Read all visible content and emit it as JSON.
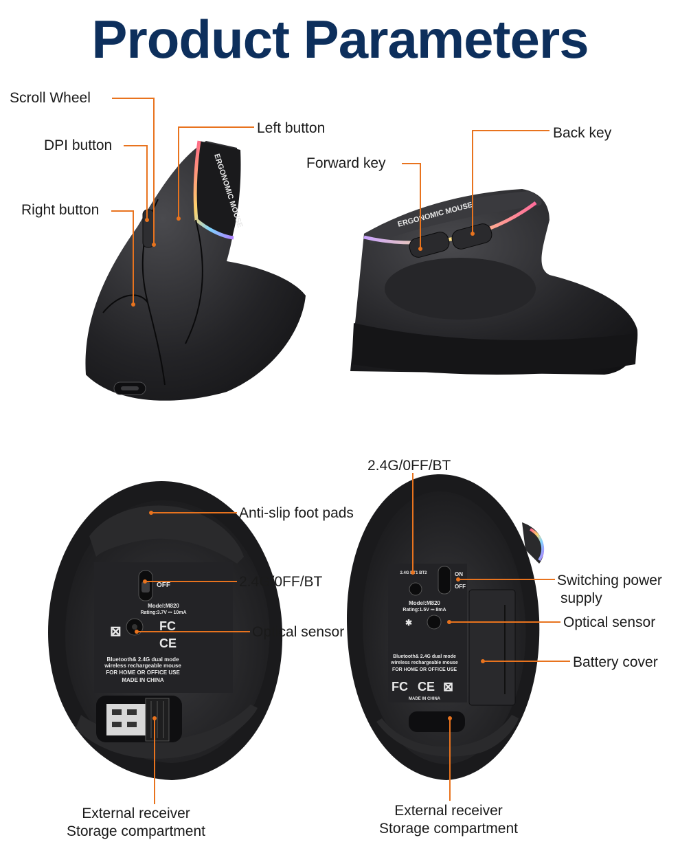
{
  "title": "Product Parameters",
  "colors": {
    "title": "#0d2f5c",
    "callout": "#e8731e",
    "mouse_body": "#1c1c1e"
  },
  "labels": {
    "scroll_wheel": "Scroll Wheel",
    "dpi_button": "DPI button",
    "left_button": "Left button",
    "right_button": "Right button",
    "forward_key": "Forward key",
    "back_key": "Back key",
    "mode_switch_top": "2.4G/0FF/BT",
    "anti_slip": "Anti-slip foot pads",
    "mode_switch": "2.4G/0FF/BT",
    "optical_sensor_left": "Optical sensor",
    "switching_power_line1": "Switching power",
    "switching_power_line2": "supply",
    "optical_sensor_right": "Optical sensor",
    "battery_cover": "Battery cover",
    "receiver_left_line1": "External receiver",
    "receiver_left_line2": "Storage compartment",
    "receiver_right_line1": "External receiver",
    "receiver_right_line2": "Storage compartment"
  },
  "mouse_print": {
    "brand": "ERGONOMIC MOUSE",
    "left_model": "Model:M820",
    "left_rating": "Rating:3.7V ⎓ 10mA",
    "left_desc1": "Bluetooth& 2.4G dual mode",
    "left_desc2": "wireless rechargeable mouse",
    "left_desc3": "FOR HOME OR OFFICE USE",
    "left_made": "MADE IN CHINA",
    "off": "OFF",
    "right_modes": "2.4G BT1 BT2",
    "on": "ON",
    "off2": "OFF",
    "right_model": "Model:M820",
    "right_rating": "Rating:1.5V ⎓ 8mA",
    "right_desc1": "Bluetooth& 2.4G dual mode",
    "right_desc2": "wireless rechargeable mouse",
    "right_desc3": "FOR HOME OR OFFICE USE",
    "right_made": "MADE IN CHINA",
    "fc": "FC",
    "ce": "CE"
  },
  "icons": [
    "bin-icon",
    "fc-mark-icon",
    "ce-mark-icon",
    "usb-receiver-icon",
    "bluetooth-icon"
  ]
}
